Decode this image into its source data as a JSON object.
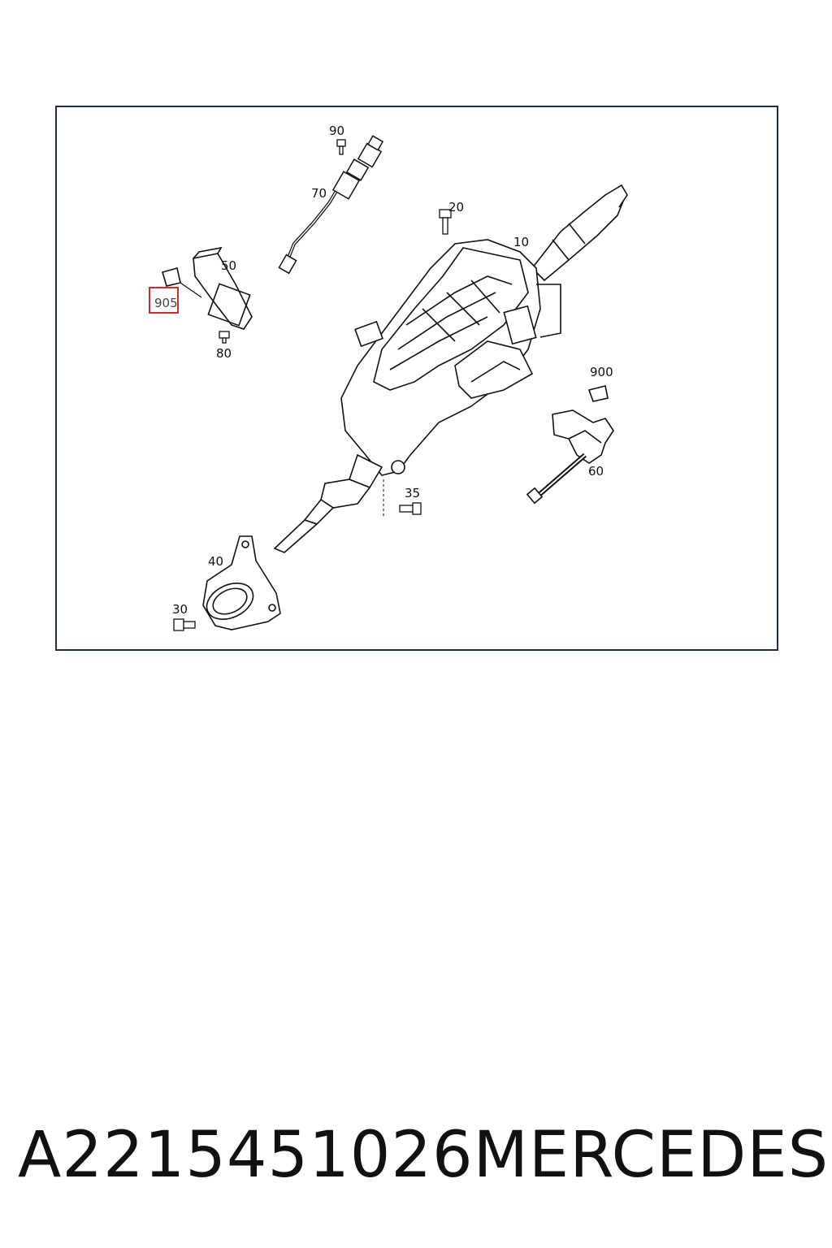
{
  "callouts": [
    {
      "id": "90",
      "label": "90"
    },
    {
      "id": "70",
      "label": "70"
    },
    {
      "id": "20",
      "label": "20"
    },
    {
      "id": "10",
      "label": "10"
    },
    {
      "id": "50",
      "label": "50"
    },
    {
      "id": "905",
      "label": "905",
      "highlighted": true
    },
    {
      "id": "80",
      "label": "80"
    },
    {
      "id": "900",
      "label": "900"
    },
    {
      "id": "60",
      "label": "60"
    },
    {
      "id": "35",
      "label": "35"
    },
    {
      "id": "40",
      "label": "40"
    },
    {
      "id": "30",
      "label": "30"
    }
  ],
  "highlight_color": "#d62828",
  "frame_color": "#1f2d4d",
  "footer": {
    "part_number": "A2215451026",
    "brand": "MERCEDES"
  }
}
